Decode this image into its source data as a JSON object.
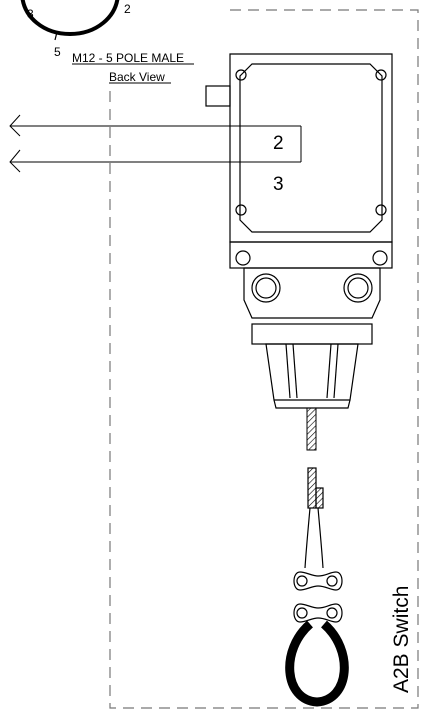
{
  "connector": {
    "title": "M12 - 5 POLE MALE",
    "view": "Back View",
    "pins": [
      "3",
      "2",
      "5"
    ]
  },
  "wires": [
    "2",
    "3"
  ],
  "side_label": "A2B Switch"
}
